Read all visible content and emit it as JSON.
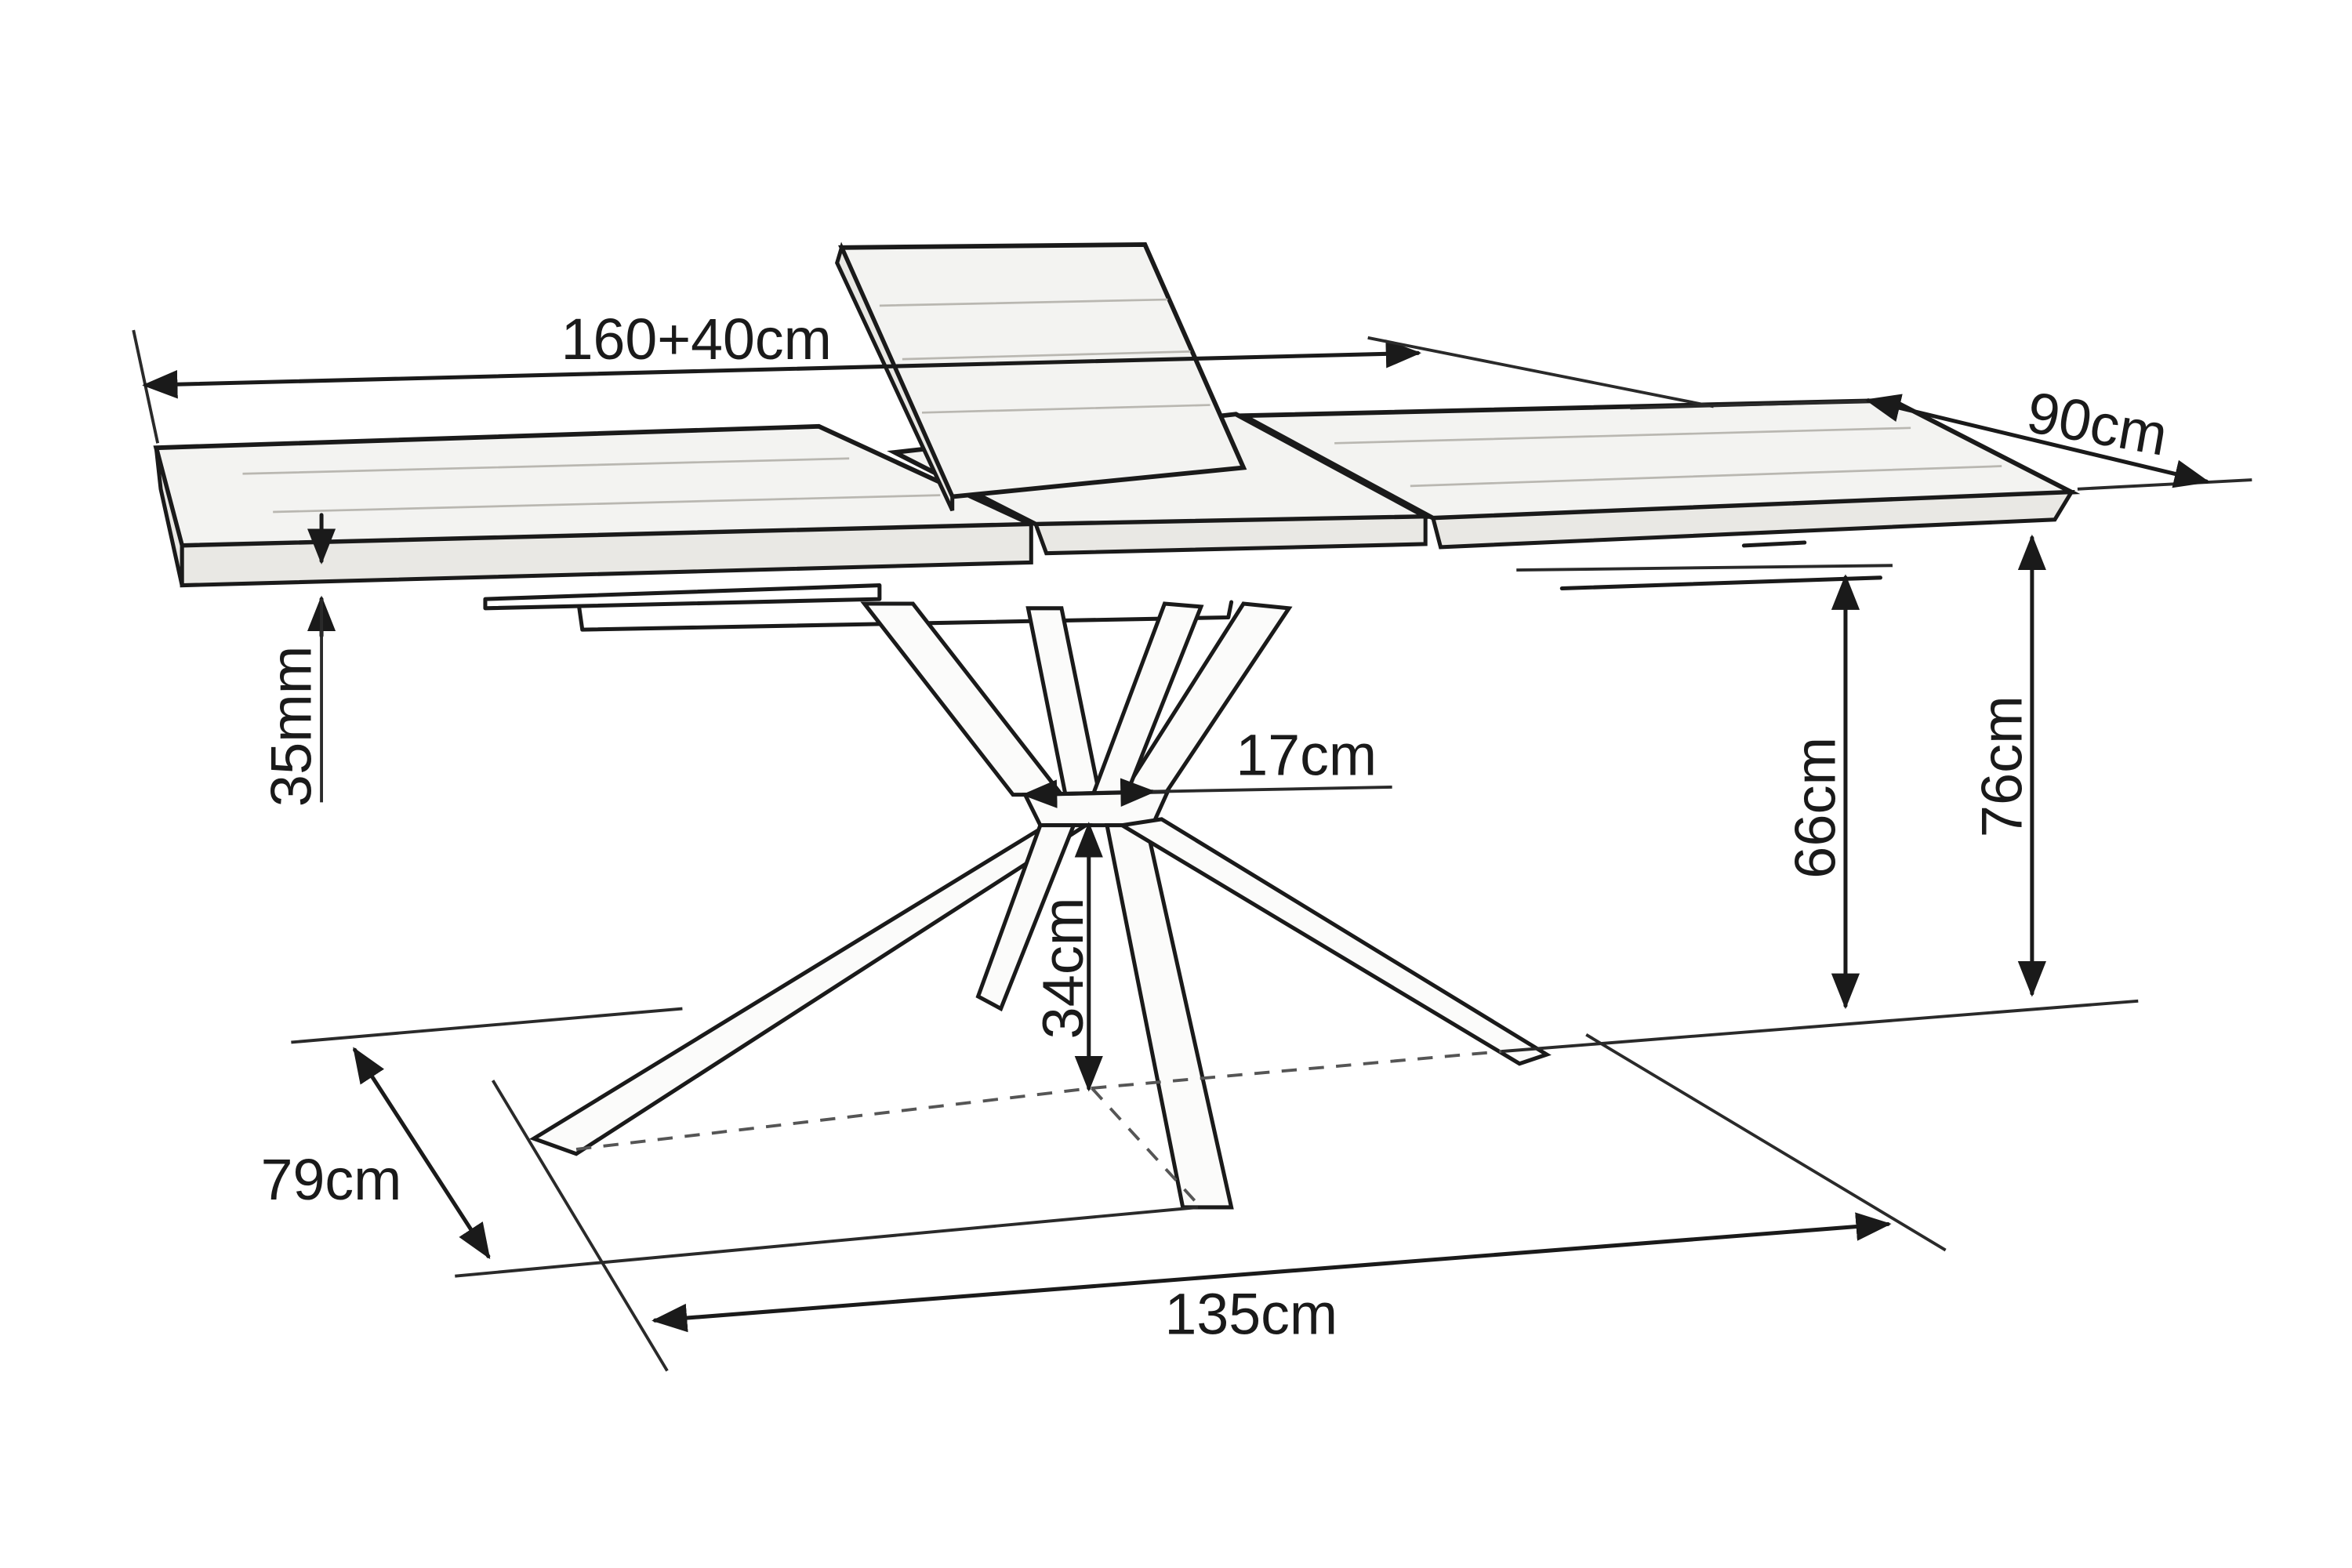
{
  "dimensions": {
    "top_length": "160+40cm",
    "top_width": "90cm",
    "top_thickness": "35mm",
    "leg_node_width": "17cm",
    "clearance_height": "66cm",
    "total_height": "76cm",
    "node_height": "34cm",
    "base_width": "79cm",
    "base_length": "135cm"
  }
}
